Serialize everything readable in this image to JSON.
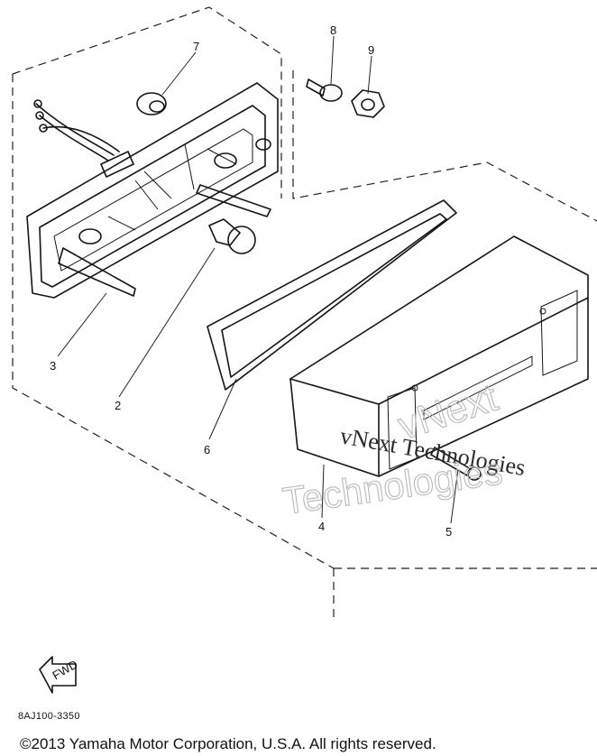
{
  "diagram": {
    "code": "8AJ100-3350",
    "copyright": "©2013 Yamaha Motor Corporation, U.S.A. All rights reserved.",
    "fwd_label": "FWD",
    "watermark": {
      "line1": "vNext Technologies",
      "line2": "Technologies",
      "overlay": "vNext"
    },
    "callouts": [
      {
        "id": "7",
        "label": "7"
      },
      {
        "id": "8",
        "label": "8"
      },
      {
        "id": "9",
        "label": "9"
      },
      {
        "id": "3",
        "label": "3"
      },
      {
        "id": "2",
        "label": "2"
      },
      {
        "id": "6",
        "label": "6"
      },
      {
        "id": "4",
        "label": "4"
      },
      {
        "id": "5",
        "label": "5"
      }
    ]
  }
}
